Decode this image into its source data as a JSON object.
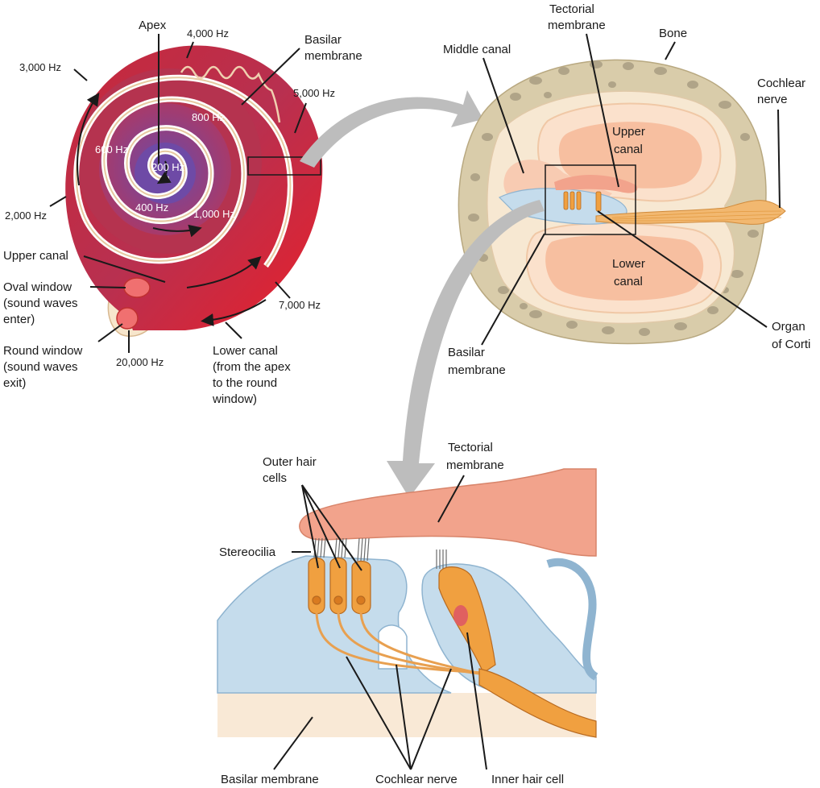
{
  "cochlea_spiral": {
    "apex": "Apex",
    "basilar_membrane": [
      "Basilar",
      "membrane"
    ],
    "upper_canal": "Upper canal",
    "oval_window": [
      "Oval window",
      "(sound waves",
      "enter)"
    ],
    "round_window": [
      "Round window",
      "(sound waves",
      "exit)"
    ],
    "lower_canal": [
      "Lower canal",
      "(from the apex",
      "to the round",
      "window)"
    ],
    "freq_4000": "4,000 Hz",
    "freq_3000": "3,000 Hz",
    "freq_5000": "5,000 Hz",
    "freq_800": "800 Hz",
    "freq_600": "600 Hz",
    "freq_200": "200 Hz",
    "freq_2000": "2,000 Hz",
    "freq_400": "400 Hz",
    "freq_1000": "1,000 Hz",
    "freq_7000": "7,000 Hz",
    "freq_20000": "20,000 Hz"
  },
  "cross_section": {
    "tectorial_membrane": [
      "Tectorial",
      "membrane"
    ],
    "bone": "Bone",
    "middle_canal": "Middle canal",
    "cochlear_nerve": [
      "Cochlear",
      "nerve"
    ],
    "upper_canal": [
      "Upper",
      "canal"
    ],
    "lower_canal": [
      "Lower",
      "canal"
    ],
    "organ_of_corti": [
      "Organ",
      "of Corti"
    ],
    "basilar_membrane": [
      "Basilar",
      "membrane"
    ]
  },
  "detail": {
    "outer_hair_cells": [
      "Outer hair",
      "cells"
    ],
    "tectorial_membrane": [
      "Tectorial",
      "membrane"
    ],
    "stereocilia": "Stereocilia",
    "basilar_membrane": "Basilar membrane",
    "cochlear_nerve": "Cochlear nerve",
    "inner_hair_cell": "Inner hair cell"
  },
  "colors": {
    "canal_red": "#e8202a",
    "canal_purple": "#8a4a9a",
    "bone": "#d9ccaa",
    "membrane_pink": "#f2a38c",
    "fluid_blue": "#c5dcec",
    "hair_cell_orange": "#f0a040",
    "arrow_gray": "#b8b8b8"
  }
}
